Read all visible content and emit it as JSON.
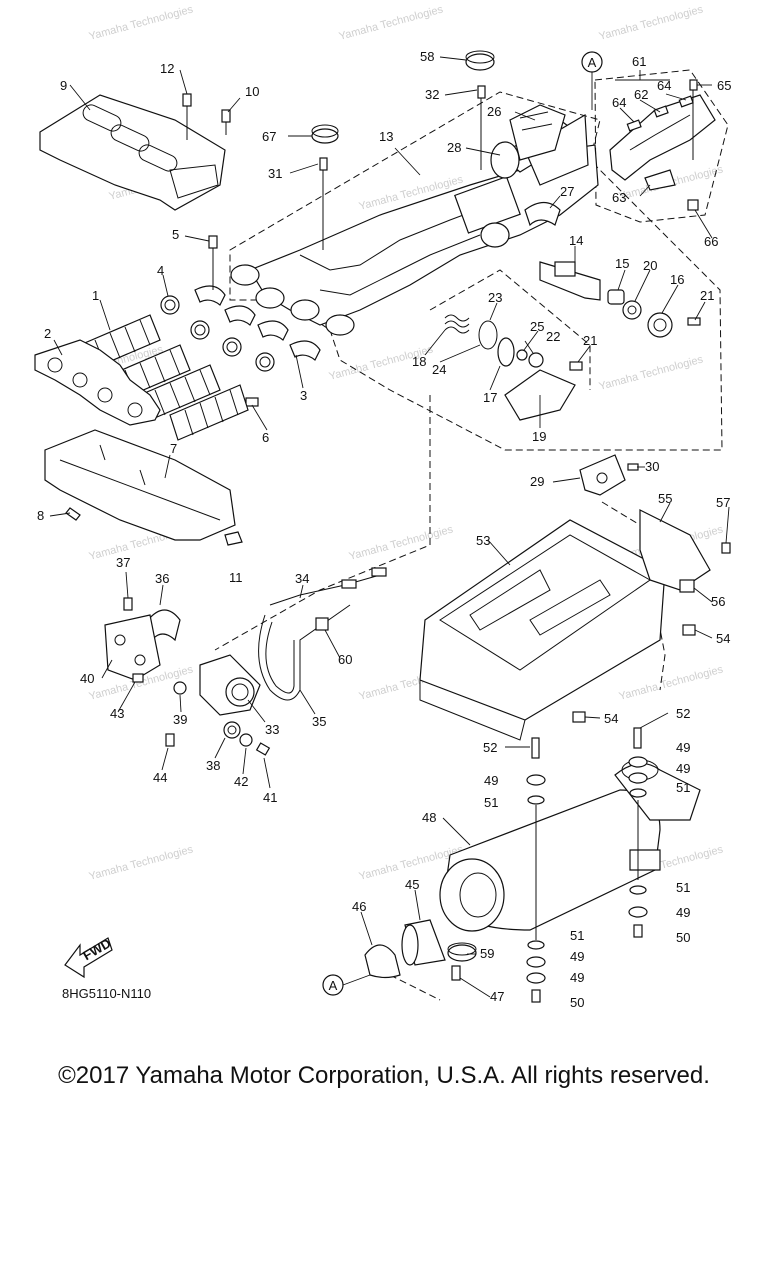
{
  "diagram": {
    "code": "8HG5110-N110",
    "fwd_label": "FWD",
    "callout_ref": "A",
    "watermark": "Yamaha Technologies",
    "labels": [
      {
        "id": "1",
        "text": "1"
      },
      {
        "id": "2",
        "text": "2"
      },
      {
        "id": "3",
        "text": "3"
      },
      {
        "id": "4",
        "text": "4"
      },
      {
        "id": "5",
        "text": "5"
      },
      {
        "id": "6",
        "text": "6"
      },
      {
        "id": "7",
        "text": "7"
      },
      {
        "id": "8",
        "text": "8"
      },
      {
        "id": "9",
        "text": "9"
      },
      {
        "id": "10",
        "text": "10"
      },
      {
        "id": "11",
        "text": "11"
      },
      {
        "id": "12",
        "text": "12"
      },
      {
        "id": "13",
        "text": "13"
      },
      {
        "id": "14",
        "text": "14"
      },
      {
        "id": "15",
        "text": "15"
      },
      {
        "id": "16",
        "text": "16"
      },
      {
        "id": "17",
        "text": "17"
      },
      {
        "id": "18",
        "text": "18"
      },
      {
        "id": "19",
        "text": "19"
      },
      {
        "id": "20",
        "text": "20"
      },
      {
        "id": "21a",
        "text": "21"
      },
      {
        "id": "21b",
        "text": "21"
      },
      {
        "id": "22",
        "text": "22"
      },
      {
        "id": "23",
        "text": "23"
      },
      {
        "id": "24",
        "text": "24"
      },
      {
        "id": "25",
        "text": "25"
      },
      {
        "id": "26",
        "text": "26"
      },
      {
        "id": "27",
        "text": "27"
      },
      {
        "id": "28",
        "text": "28"
      },
      {
        "id": "29",
        "text": "29"
      },
      {
        "id": "30",
        "text": "30"
      },
      {
        "id": "31",
        "text": "31"
      },
      {
        "id": "32",
        "text": "32"
      },
      {
        "id": "33",
        "text": "33"
      },
      {
        "id": "34",
        "text": "34"
      },
      {
        "id": "35",
        "text": "35"
      },
      {
        "id": "36",
        "text": "36"
      },
      {
        "id": "37",
        "text": "37"
      },
      {
        "id": "38",
        "text": "38"
      },
      {
        "id": "39",
        "text": "39"
      },
      {
        "id": "40",
        "text": "40"
      },
      {
        "id": "41",
        "text": "41"
      },
      {
        "id": "42",
        "text": "42"
      },
      {
        "id": "43",
        "text": "43"
      },
      {
        "id": "44",
        "text": "44"
      },
      {
        "id": "45",
        "text": "45"
      },
      {
        "id": "46",
        "text": "46"
      },
      {
        "id": "47",
        "text": "47"
      },
      {
        "id": "48",
        "text": "48"
      },
      {
        "id": "49a",
        "text": "49"
      },
      {
        "id": "49b",
        "text": "49"
      },
      {
        "id": "49c",
        "text": "49"
      },
      {
        "id": "49d",
        "text": "49"
      },
      {
        "id": "49e",
        "text": "49"
      },
      {
        "id": "49f",
        "text": "49"
      },
      {
        "id": "50a",
        "text": "50"
      },
      {
        "id": "50b",
        "text": "50"
      },
      {
        "id": "51a",
        "text": "51"
      },
      {
        "id": "51b",
        "text": "51"
      },
      {
        "id": "51c",
        "text": "51"
      },
      {
        "id": "51d",
        "text": "51"
      },
      {
        "id": "52a",
        "text": "52"
      },
      {
        "id": "52b",
        "text": "52"
      },
      {
        "id": "53",
        "text": "53"
      },
      {
        "id": "54a",
        "text": "54"
      },
      {
        "id": "54b",
        "text": "54"
      },
      {
        "id": "55",
        "text": "55"
      },
      {
        "id": "56",
        "text": "56"
      },
      {
        "id": "57",
        "text": "57"
      },
      {
        "id": "58",
        "text": "58"
      },
      {
        "id": "59",
        "text": "59"
      },
      {
        "id": "60",
        "text": "60"
      },
      {
        "id": "61",
        "text": "61"
      },
      {
        "id": "62",
        "text": "62"
      },
      {
        "id": "63",
        "text": "63"
      },
      {
        "id": "64a",
        "text": "64"
      },
      {
        "id": "64b",
        "text": "64"
      },
      {
        "id": "65",
        "text": "65"
      },
      {
        "id": "66",
        "text": "66"
      },
      {
        "id": "67",
        "text": "67"
      }
    ]
  },
  "copyright": "©2017 Yamaha Motor Corporation, U.S.A. All rights reserved."
}
